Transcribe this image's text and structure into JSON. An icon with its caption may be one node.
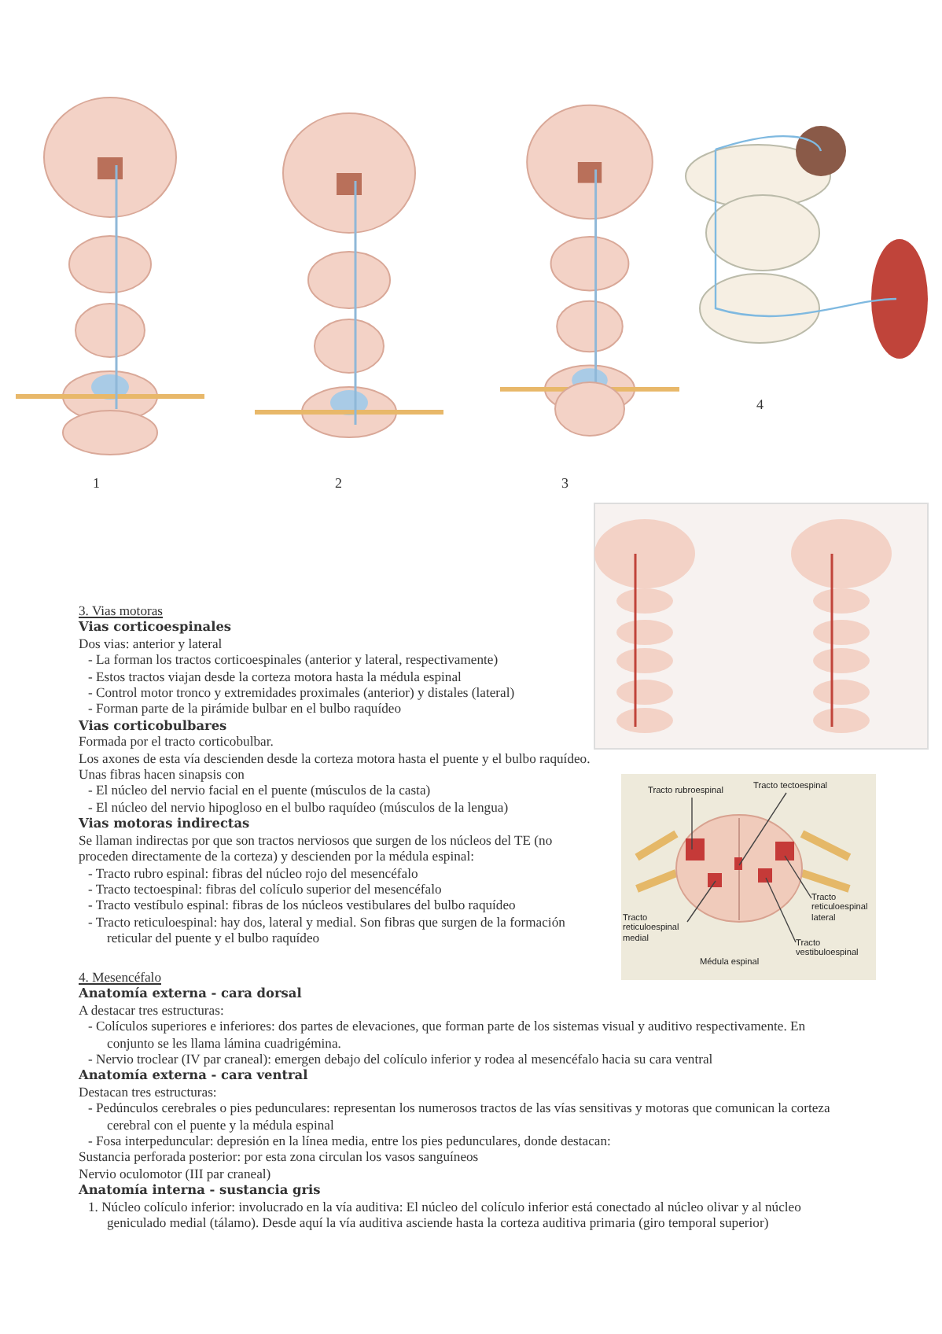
{
  "diagram": {
    "nodes": [
      {
        "text": [
          "Tracto rubroespinal"
        ]
      },
      {
        "text": [
          "Tracto tectoespinal"
        ]
      },
      {
        "text": [
          "Tracto reticuloespinal lateral"
        ]
      },
      {
        "text": [
          "Tracto vestibuloespinal"
        ]
      },
      {
        "text": [
          "Tracto reticuloespinal medial"
        ]
      }
    ],
    "edges": [
      {
        "from": 0,
        "to": null,
        "arrow": "none"
      },
      {
        "from": 1,
        "to": null,
        "arrow": "none"
      },
      {
        "from": 2,
        "to": null,
        "arrow": "none"
      },
      {
        "from": 3,
        "to": null,
        "arrow": "none"
      },
      {
        "from": 4,
        "to": null,
        "arrow": "none"
      }
    ],
    "labels": [
      "4",
      "1",
      "2",
      "3",
      "3. Vias motoras",
      "Vias corticoespinales",
      "Dos vias: anterior y lateral",
      "- La forman los tractos corticoespinales (anterior y lateral, respectivamente)",
      "- Estos tractos viajan desde la corteza motora hasta la médula espinal",
      "- Control motor tronco y extremidades proximales (anterior) y distales (lateral)",
      "- Forman parte de la pirámide bulbar en el bulbo raquídeo",
      "Vias corticobulbares",
      "Formada por el tracto corticobulbar.",
      "Los axones de esta vía descienden desde la corteza motora hasta el puente y el bulbo raquídeo.",
      "Unas fibras hacen sinapsis con",
      "- El núcleo del nervio facial en el puente (músculos de la casta)",
      "- El núcleo del nervio hipogloso en el bulbo raquídeo (músculos de la lengua)",
      "Vias motoras indirectas",
      "Se llaman indirectas por que son tractos nerviosos que surgen de los núcleos del TE (no proceden directamente de la corteza) y descienden por la médula espinal:",
      "- Tracto rubro espinal: fibras del núcleo rojo del mesencéfalo",
      "- Tracto tectoespinal: fibras del colículo superior del mesencéfalo",
      "- Tracto vestíbulo espinal: fibras de los núcleos vestibulares del bulbo raquídeo",
      "- Tracto reticuloespinal: hay dos, lateral y medial. Son fibras que surgen de la formación reticular del puente y el bulbo raquídeo",
      "Médula espinal",
      "4. Mesencéfalo",
      "Anatomía externa - cara dorsal",
      "A destacar tres estructuras:",
      "- Colículos superiores e inferiores: dos partes de elevaciones, que forman parte de los sistemas visual y auditivo respectivamente. En conjunto se les llama lámina cuadrigémina.",
      "- Nervio troclear (IV par craneal): emergen debajo del colículo inferior y rodea al mesencéfalo hacia su cara ventral",
      "Anatomía externa - cara ventral",
      "Destacan tres estructuras:",
      "- Pedúnculos cerebrales o pies pedunculares: representan los numerosos tractos de las vías sensitivas y motoras que comunican la corteza cerebral con el puente y la médula espinal",
      "- Fosa interpeduncular: depresión en la línea media, entre los pies pedunculares, donde destacan:",
      "Sustancia perforada posterior: por esta zona circulan los vasos sanguíneos",
      "Nervio oculomotor (III par craneal)",
      "Anatomía interna - sustancia gris",
      "1. Núcleo colículo inferior: involucrado en la vía auditiva: El núcleo del colículo inferior está conectado al núcleo olivar y al núcleo geniculado medial (tálamo). Desde aquí la vía auditiva asciende hasta la corteza auditiva primaria (giro temporal superior)"
    ]
  }
}
